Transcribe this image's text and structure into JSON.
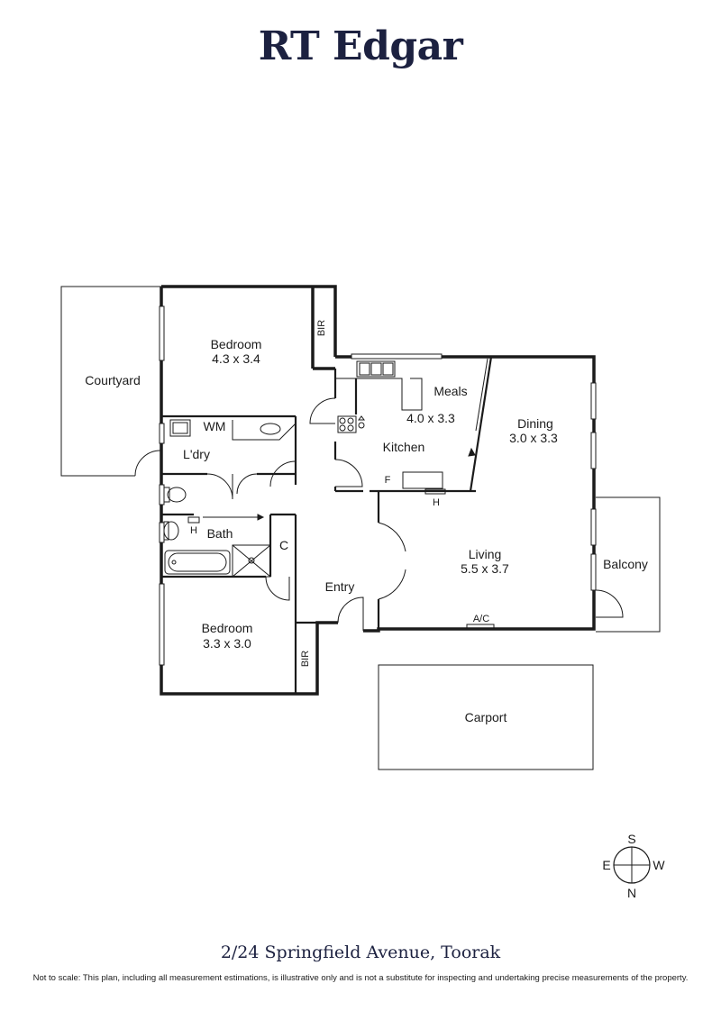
{
  "brand": {
    "logo_text": "RT Edgar"
  },
  "rooms": {
    "courtyard": "Courtyard",
    "bedroom1_name": "Bedroom",
    "bedroom1_size": "4.3 x 3.4",
    "bir1": "BIR",
    "wm": "WM",
    "laundry": "L'dry",
    "bath": "Bath",
    "h_bath": "H",
    "c": "C",
    "meals_name": "Meals",
    "meals_size": "4.0 x 3.3",
    "kitchen": "Kitchen",
    "f": "F",
    "h_living": "H",
    "dining_name": "Dining",
    "dining_size": "3.0 x 3.3",
    "living_name": "Living",
    "living_size": "5.5 x 3.7",
    "balcony": "Balcony",
    "ac": "A/C",
    "entry": "Entry",
    "bedroom2_name": "Bedroom",
    "bedroom2_size": "3.3 x 3.0",
    "bir2": "BIR",
    "carport": "Carport"
  },
  "compass": {
    "s": "S",
    "e": "E",
    "w": "W",
    "n": "N"
  },
  "footer": {
    "address": "2/24 Springfield Avenue, Toorak",
    "disclaimer": "Not to scale: This plan, including all measurement estimations, is illustrative only and is not a substitute for inspecting and undertaking precise measurements of the property."
  }
}
